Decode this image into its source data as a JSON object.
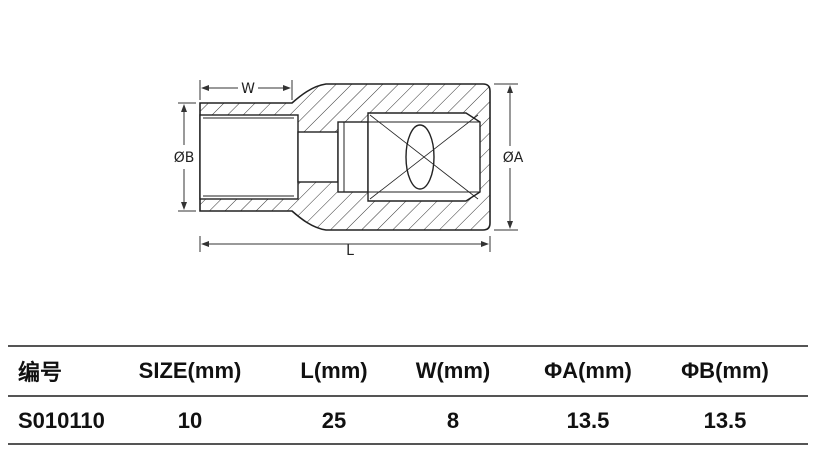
{
  "drawing": {
    "labels": {
      "w": "W",
      "l": "L",
      "diam_a": "ØA",
      "diam_b": "ØB"
    }
  },
  "table": {
    "headers": [
      "编号",
      "SIZE(mm)",
      "L(mm)",
      "W(mm)",
      "ΦA(mm)",
      "ΦB(mm)"
    ],
    "rows": [
      [
        "S010110",
        "10",
        "25",
        "8",
        "13.5",
        "13.5"
      ]
    ]
  }
}
